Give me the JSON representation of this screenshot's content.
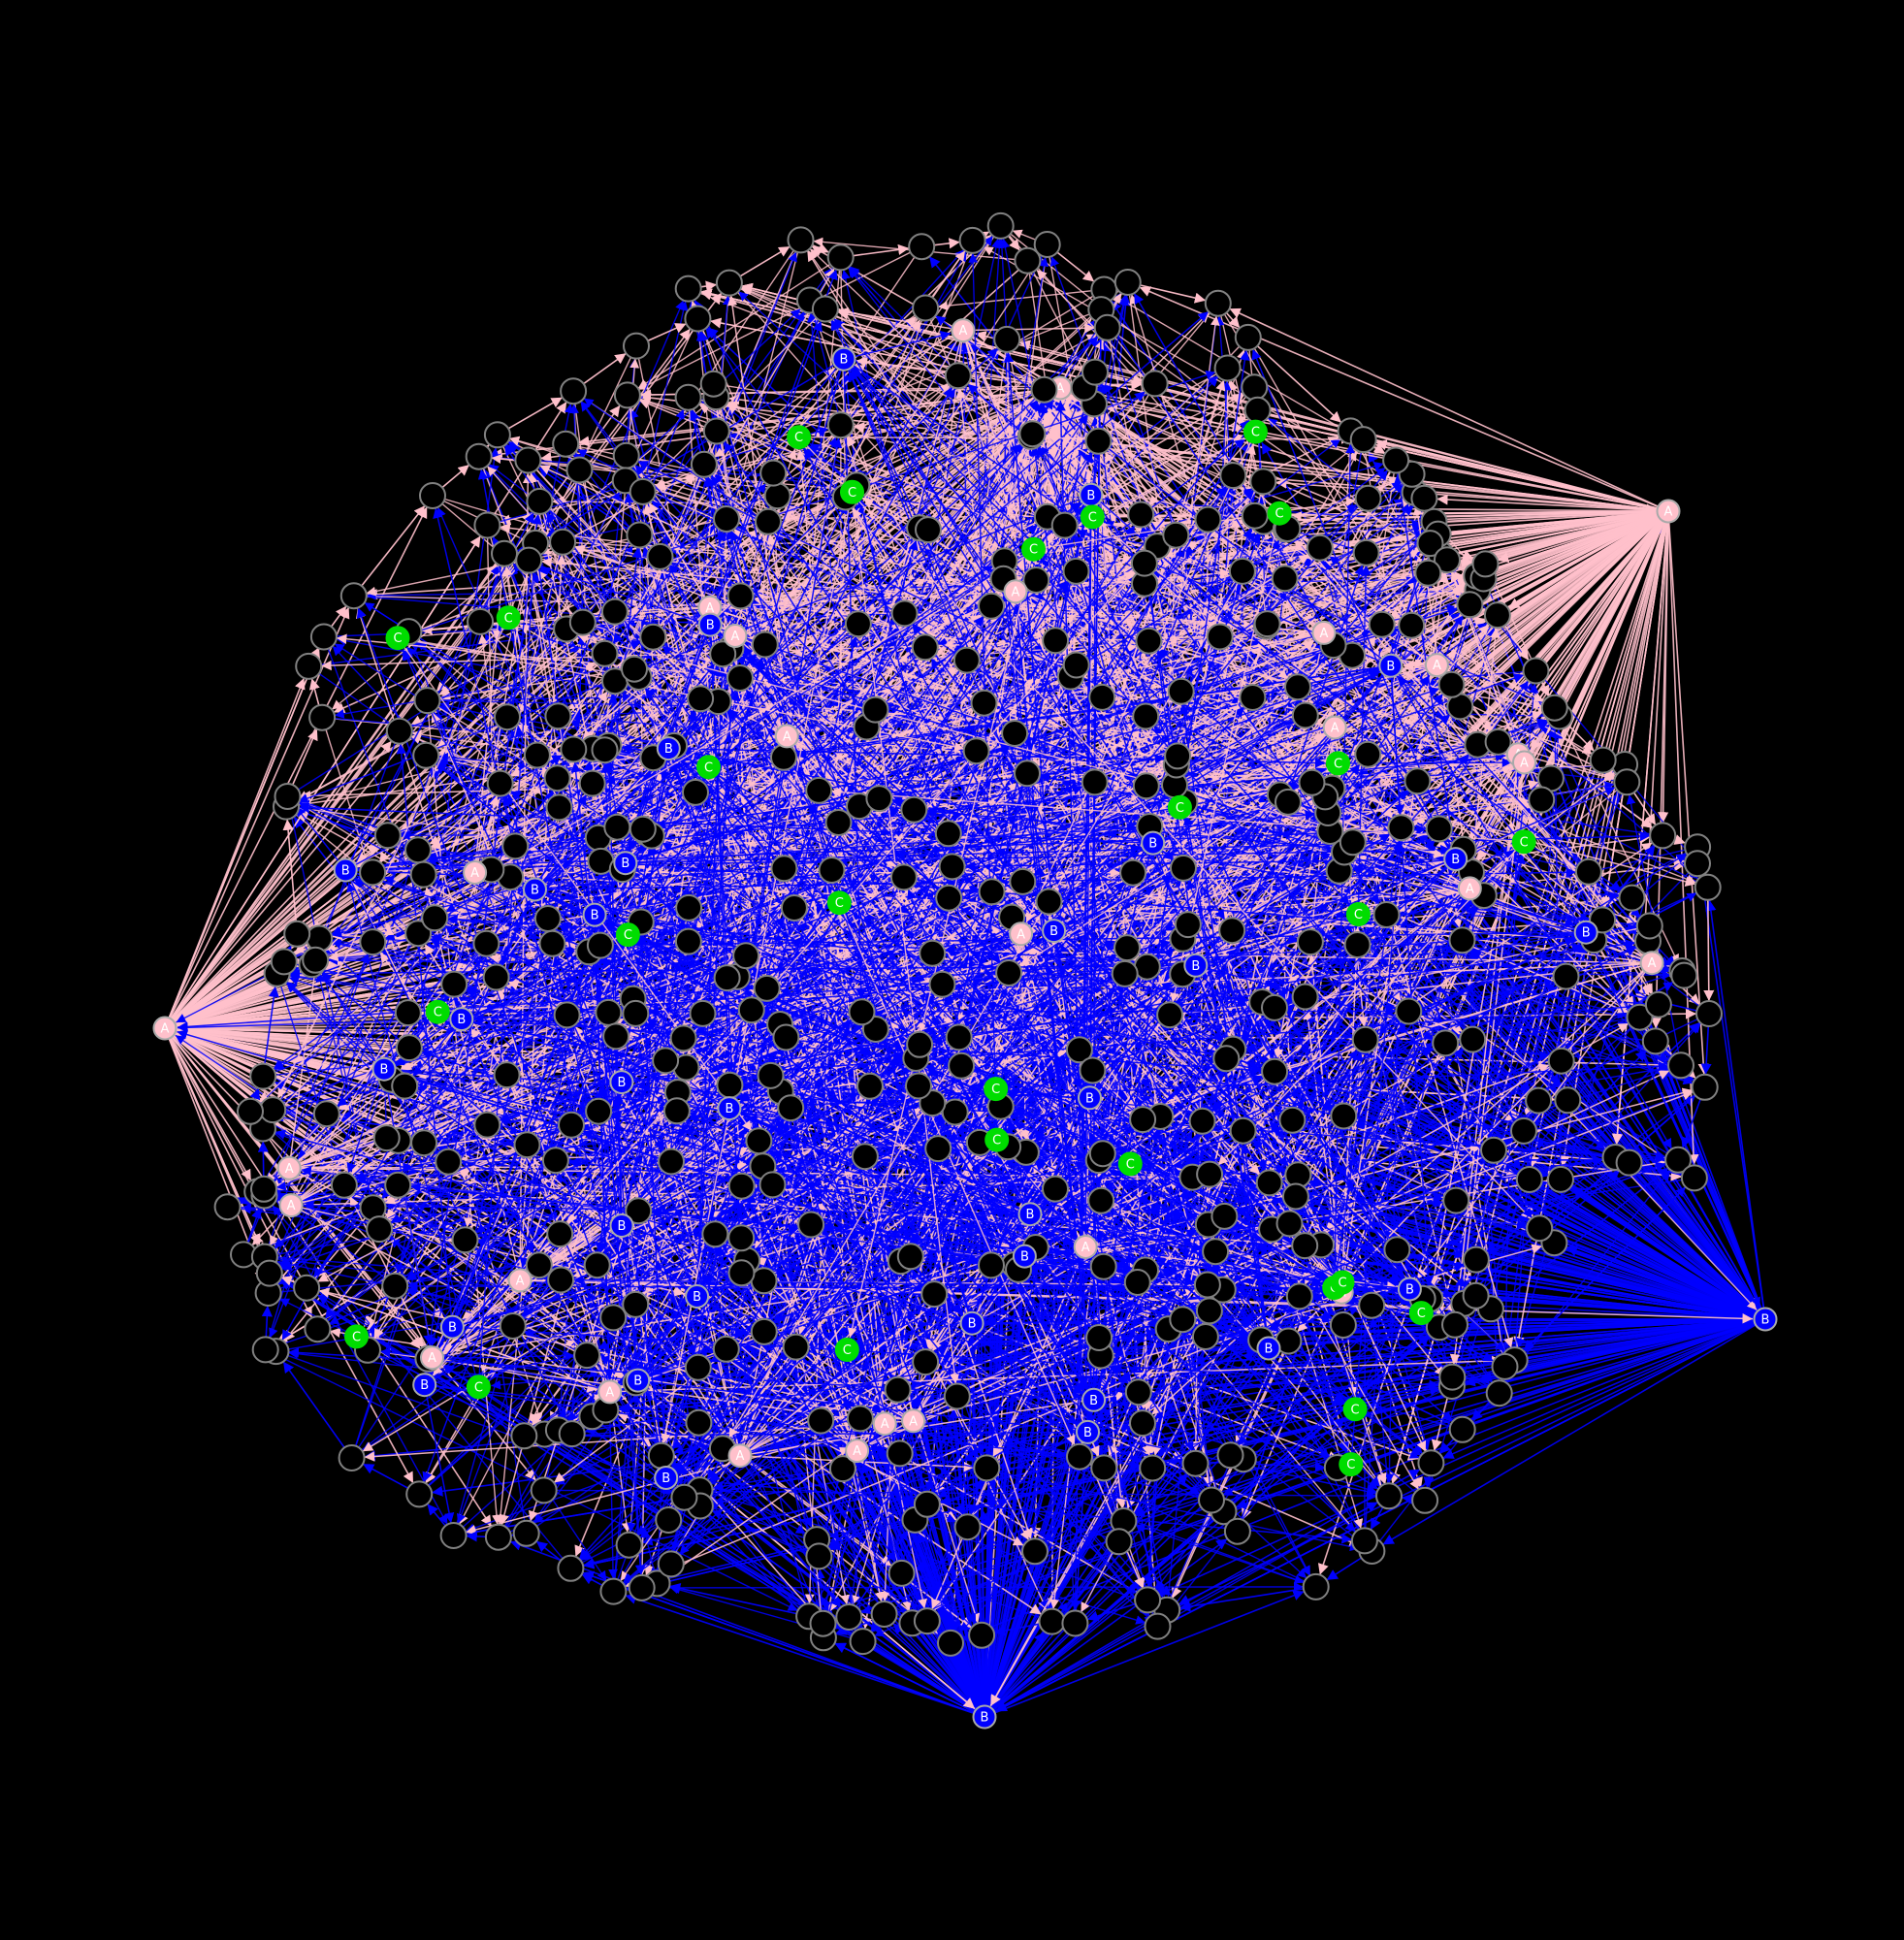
{
  "graph": {
    "background": "#000000",
    "edge_colors": {
      "from_A": "#ffc0cb",
      "from_B": "#0000ff"
    },
    "node_styles": {
      "A": {
        "fill": "#ffc0cb",
        "text": "#ffffff",
        "stroke": "#a9a9a9"
      },
      "B": {
        "fill": "#0000ff",
        "text": "#ffffff",
        "stroke": "#a9a9a9"
      },
      "C": {
        "fill": "#00dd00",
        "text": "#ffffff",
        "stroke": "#00dd00"
      },
      "plain": {
        "fill": "#000000",
        "text": "",
        "stroke": "#808080"
      }
    },
    "labels": {
      "A": "A",
      "B": "B",
      "C": "C"
    },
    "counts": {
      "A": 28,
      "B": 34,
      "C": 27,
      "plain": 560
    }
  }
}
